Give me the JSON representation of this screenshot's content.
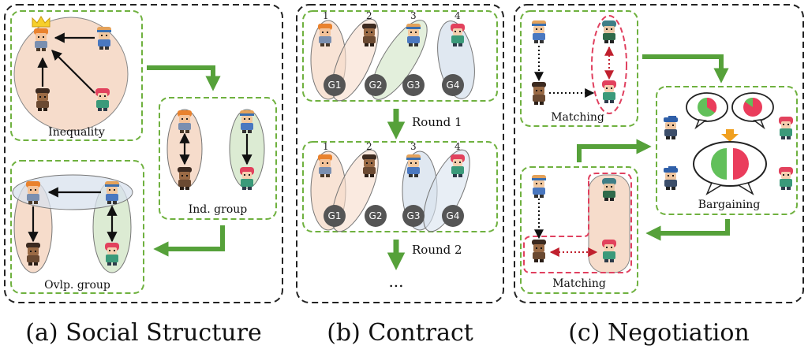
{
  "panels": {
    "social": {
      "caption": "(a) Social Structure",
      "inequality_label": "Inequality",
      "independent_label": "Ind. group",
      "overlapping_label": "Ovlp. group"
    },
    "contract": {
      "caption": "(b) Contract",
      "index_labels": [
        "1",
        "2",
        "3",
        "4"
      ],
      "round1_groups": [
        "G1",
        "G2",
        "G3",
        "G4"
      ],
      "round2_groups": [
        "G1",
        "G2",
        "G3",
        "G4"
      ],
      "round1_label": "Round 1",
      "round2_label": "Round 2",
      "ellipsis": "..."
    },
    "negotiation": {
      "caption": "(c) Negotiation",
      "matching_top_label": "Matching",
      "bargaining_label": "Bargaining",
      "matching_bottom_label": "Matching"
    }
  },
  "colors": {
    "green_dash": "#6fb13f",
    "green_arrow": "#56a13a",
    "black_dash": "#222222",
    "red_dash": "#e0405f",
    "peach_fill": "#f6dccb",
    "green_fill": "#dcebd3",
    "blue_fill": "#d8e2ee",
    "token_gray": "#555555",
    "pie_green": "#62c05a",
    "pie_red": "#ea3d5c",
    "orange_arrow": "#f0a020"
  },
  "characters": {
    "orange_hair": "boy-orange-hair",
    "brown_skin": "villager-brown",
    "pink_hair": "girl-pink-hair",
    "crowned": "king-crown",
    "green_cap": "knight-teal-helmet",
    "blue_cap": "scout-blue-cap"
  }
}
